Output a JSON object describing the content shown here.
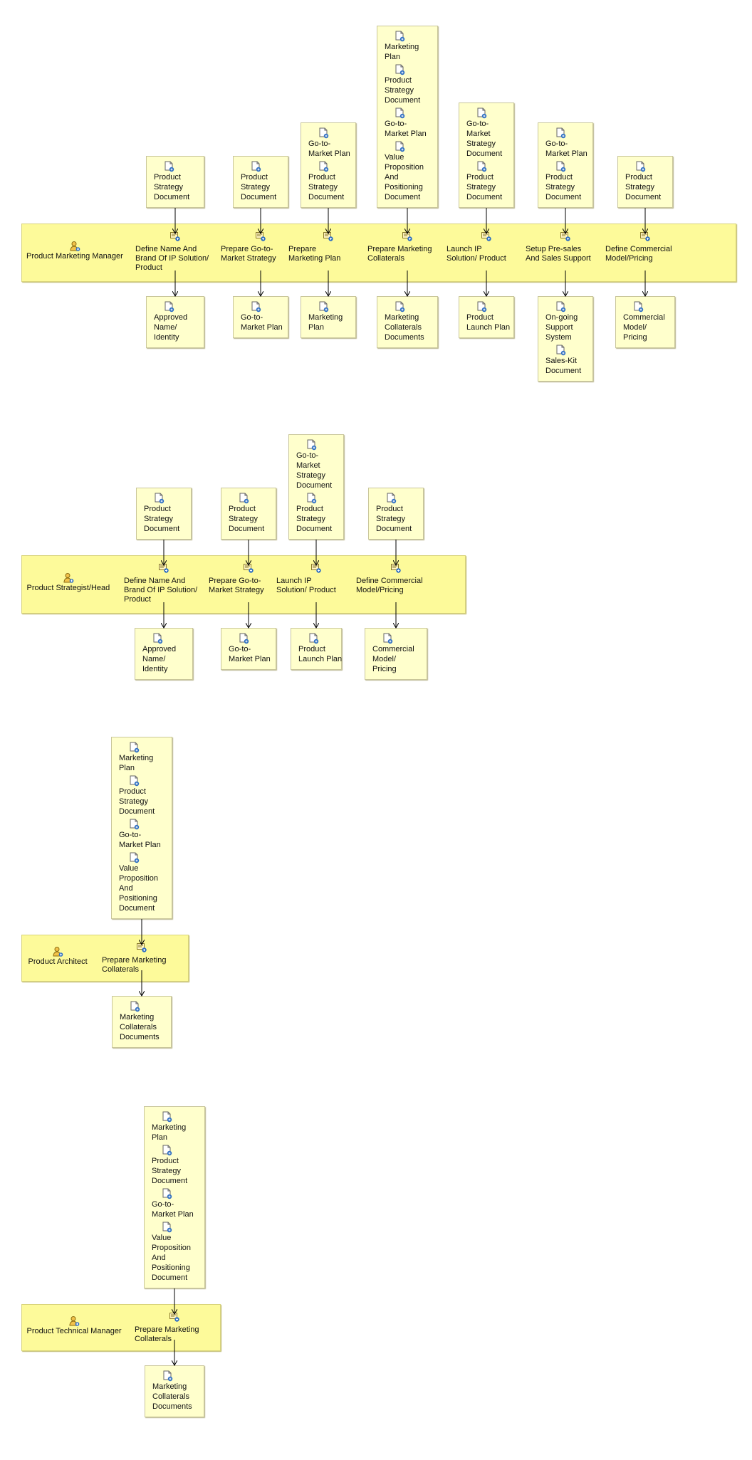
{
  "colors": {
    "lane": "#fdfa9a",
    "artifact": "#ffffcc",
    "connector": "#000000"
  },
  "roles": [
    {
      "name": "Product Marketing Manager",
      "icon": "role-icon",
      "tasks": [
        {
          "name": "Define Name And Brand Of IP Solution/ Product",
          "inputs": [
            "Product Strategy Document"
          ],
          "outputs": [
            "Approved Name/ Identity"
          ]
        },
        {
          "name": "Prepare Go-to-Market Strategy",
          "inputs": [
            "Product Strategy Document"
          ],
          "outputs": [
            "Go-to-Market Plan"
          ]
        },
        {
          "name": "Prepare Marketing Plan",
          "inputs": [
            "Go-to-Market Plan",
            "Product Strategy Document"
          ],
          "outputs": [
            "Marketing Plan"
          ]
        },
        {
          "name": "Prepare Marketing Collaterals",
          "inputs": [
            "Marketing Plan",
            "Product Strategy Document",
            "Go-to-Market Plan",
            "Value Proposition And Positioning Document"
          ],
          "outputs": [
            "Marketing Collaterals Documents"
          ]
        },
        {
          "name": "Launch IP Solution/ Product",
          "inputs": [
            "Go-to-Market Strategy Document",
            "Product Strategy Document"
          ],
          "outputs": [
            "Product Launch Plan"
          ]
        },
        {
          "name": "Setup Pre-sales And Sales Support",
          "inputs": [
            "Go-to-Market Plan",
            "Product Strategy Document"
          ],
          "outputs": [
            "On-going Support System",
            "Sales-Kit Document"
          ]
        },
        {
          "name": "Define Commercial Model/Pricing",
          "inputs": [
            "Product Strategy Document"
          ],
          "outputs": [
            "Commercial Model/ Pricing"
          ]
        }
      ]
    },
    {
      "name": "Product Strategist/Head",
      "icon": "role-icon",
      "tasks": [
        {
          "name": "Define Name And Brand Of IP Solution/ Product",
          "inputs": [
            "Product Strategy Document"
          ],
          "outputs": [
            "Approved Name/ Identity"
          ]
        },
        {
          "name": "Prepare Go-to-Market Strategy",
          "inputs": [
            "Product Strategy Document"
          ],
          "outputs": [
            "Go-to-Market Plan"
          ]
        },
        {
          "name": "Launch IP Solution/ Product",
          "inputs": [
            "Go-to-Market Strategy Document",
            "Product Strategy Document"
          ],
          "outputs": [
            "Product Launch Plan"
          ]
        },
        {
          "name": "Define Commercial Model/Pricing",
          "inputs": [
            "Product Strategy Document"
          ],
          "outputs": [
            "Commercial Model/ Pricing"
          ]
        }
      ]
    },
    {
      "name": "Product Architect",
      "icon": "role-icon",
      "tasks": [
        {
          "name": "Prepare Marketing Collaterals",
          "inputs": [
            "Marketing Plan",
            "Product Strategy Document",
            "Go-to-Market Plan",
            "Value Proposition And Positioning Document"
          ],
          "outputs": [
            "Marketing Collaterals Documents"
          ]
        }
      ]
    },
    {
      "name": "Product Technical Manager",
      "icon": "role-icon",
      "tasks": [
        {
          "name": "Prepare Marketing Collaterals",
          "inputs": [
            "Marketing Plan",
            "Product Strategy Document",
            "Go-to-Market Plan",
            "Value Proposition And Positioning Document"
          ],
          "outputs": [
            "Marketing Collaterals Documents"
          ]
        }
      ]
    }
  ]
}
